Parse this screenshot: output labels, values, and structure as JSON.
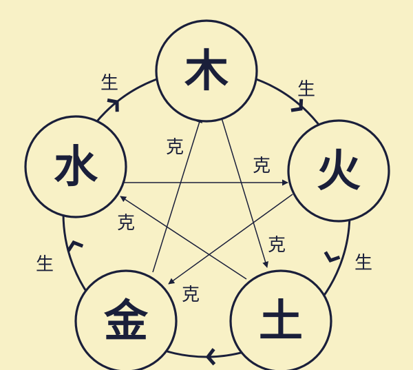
{
  "elements": {
    "wood": "木",
    "fire": "火",
    "earth": "土",
    "metal": "金",
    "water": "水"
  },
  "generating_label": "生",
  "controlling_label": "克",
  "colors": {
    "background": "#f8f1c6",
    "ink": "#1a1f3a"
  }
}
